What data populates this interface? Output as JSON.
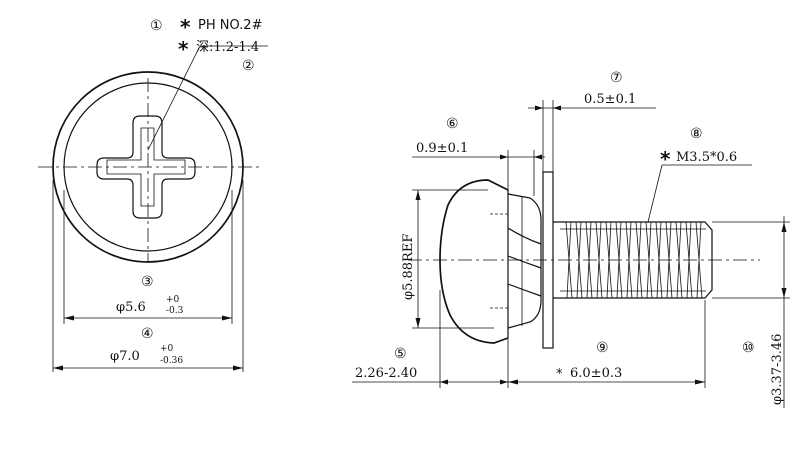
{
  "callouts": {
    "c1": "①",
    "c2": "②",
    "c3": "③",
    "c4": "④",
    "c5": "⑤",
    "c6": "⑥",
    "c7": "⑦",
    "c8": "⑧",
    "c9": "⑨",
    "c10": "⑩"
  },
  "front_view": {
    "drive_label": "PH NO.2#",
    "depth_label": "深:1.2-1.4",
    "inner_dia_label": "φ5.6",
    "inner_dia_tol_upper": "+0",
    "inner_dia_tol_lower": "-0.3",
    "outer_dia_label": "φ7.0",
    "outer_dia_tol_upper": "+0",
    "outer_dia_tol_lower": "-0.36"
  },
  "side_view": {
    "slot_label": "0.9±0.1",
    "washer_label": "0.5±0.1",
    "thread_label": "M3.5*0.6",
    "head_height_label": "φ5.88REF",
    "head_length_label": "2.26-2.40",
    "shank_length_label": "6.0±0.3",
    "minor_dia_label": "φ3.37-3.46"
  }
}
